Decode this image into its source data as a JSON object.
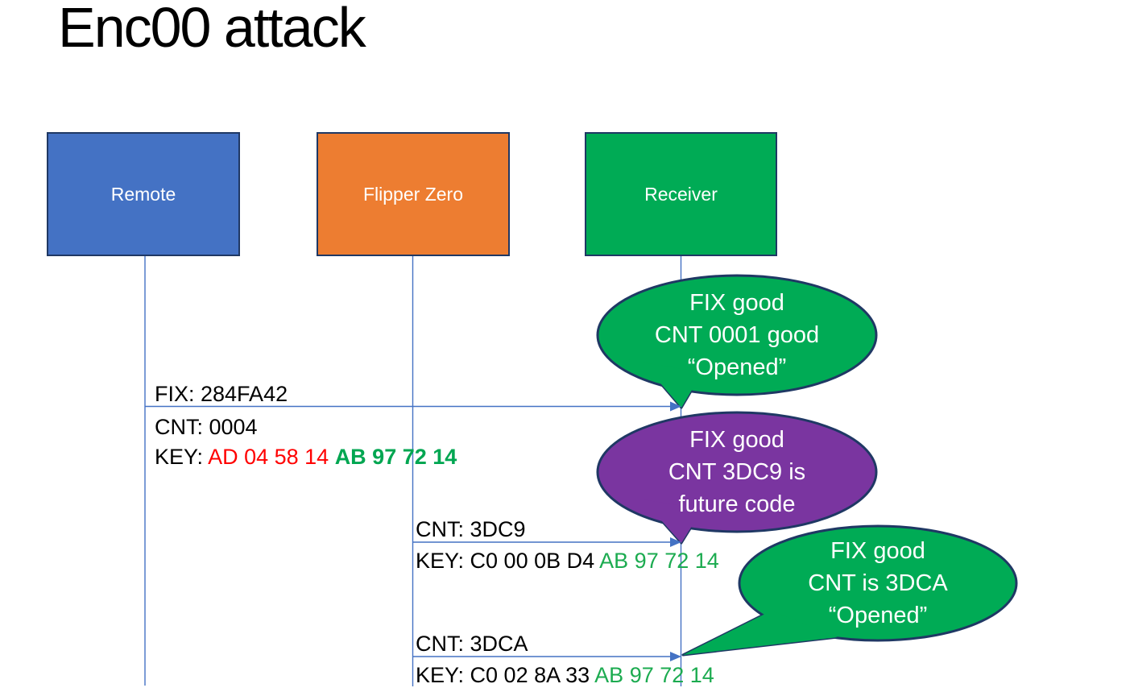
{
  "title": "Enc00 attack",
  "actors": [
    {
      "id": "remote",
      "label": "Remote",
      "color": "#4472C4"
    },
    {
      "id": "flipper-zero",
      "label": "Flipper Zero",
      "color": "#ED7D31"
    },
    {
      "id": "receiver",
      "label": "Receiver",
      "color": "#00AB55"
    }
  ],
  "messages": [
    {
      "from": "Remote",
      "to": "Receiver",
      "label_above": "FIX: 284FA42",
      "label_below_line1": "CNT: 0004",
      "key_prefix": "KEY: ",
      "key_red_part": "AD 04 58 14 ",
      "key_green_part": "AB 97 72 14"
    },
    {
      "from": "Flipper Zero",
      "to": "Receiver",
      "label_above": "CNT: 3DC9",
      "key_black_part": "KEY: C0 00 0B D4 ",
      "key_green_part": "AB 97 72 14"
    },
    {
      "from": "Flipper Zero",
      "to": "Receiver",
      "label_above": "CNT: 3DCA",
      "key_black_part": "KEY: C0 02 8A 33 ",
      "key_green_part": "AB 97 72 14"
    }
  ],
  "callouts": [
    {
      "color": "#00AB55",
      "lines": [
        "FIX good",
        "CNT 0001 good",
        "“Opened”"
      ]
    },
    {
      "color": "#7A35A0",
      "lines": [
        "FIX good",
        "CNT 3DC9 is",
        "future code"
      ]
    },
    {
      "color": "#00AB55",
      "lines": [
        "FIX good",
        "CNT is 3DCA",
        "“Opened”"
      ]
    }
  ],
  "colors": {
    "arrow_blue": "#4472C4",
    "outline_navy": "#1F3864",
    "key_red": "#FF0000",
    "key_green_bold": "#00A651",
    "key_green": "#1CAB50",
    "background": "#FFFFFF",
    "text_black": "#000000",
    "text_white": "#FFFFFF"
  }
}
